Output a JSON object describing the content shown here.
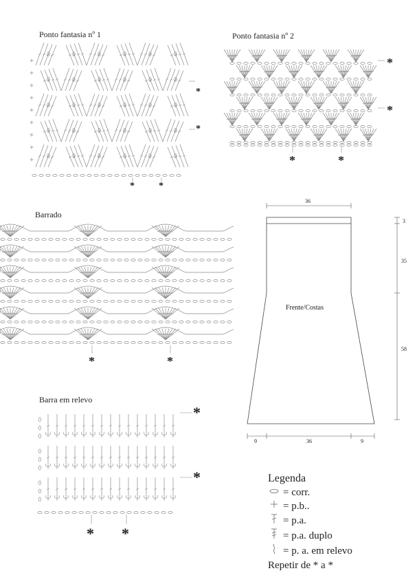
{
  "charts": {
    "p1": {
      "title": "Ponto fantasia nº 1"
    },
    "p2": {
      "title": "Ponto fantasia nº 2"
    },
    "barrado": {
      "title": "Barrado"
    },
    "relevo": {
      "title": "Barra em relevo"
    }
  },
  "repeat_mark": "*",
  "schematic": {
    "label": "Frente/Costas",
    "top_width": "36",
    "bottom_left": "9",
    "bottom_center": "36",
    "bottom_right": "9",
    "h_top": "3",
    "h_mid": "35",
    "h_bottom": "58"
  },
  "legend": {
    "title": "Legenda",
    "items": [
      {
        "symbol": "chain-symbol",
        "text": "= corr."
      },
      {
        "symbol": "single-crochet-symbol",
        "text": "= p.b.."
      },
      {
        "symbol": "double-crochet-symbol",
        "text": "= p.a."
      },
      {
        "symbol": "treble-crochet-symbol",
        "text": "= p.a. duplo"
      },
      {
        "symbol": "relief-stitch-symbol",
        "text": "= p. a. em relevo"
      }
    ],
    "repeat_note": "Repetir de * a *"
  }
}
